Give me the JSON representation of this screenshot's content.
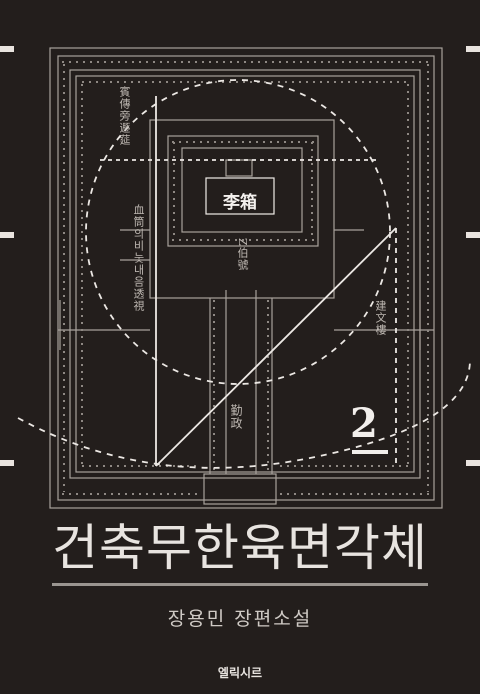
{
  "book": {
    "title": "건축무한육면각체",
    "subtitle": "장용민 장편소설",
    "volume": "2",
    "publisher": "엘릭시르"
  },
  "figure": {
    "center_label": "李箱",
    "annotations": [
      "賓傳旁遯莚",
      "血筒의비눗내음透視",
      "Z伯號",
      "建文樓",
      "勤政"
    ]
  },
  "colors": {
    "background": "#231e1c",
    "text": "#e8e4e0",
    "lines": "#d8d3ce"
  }
}
